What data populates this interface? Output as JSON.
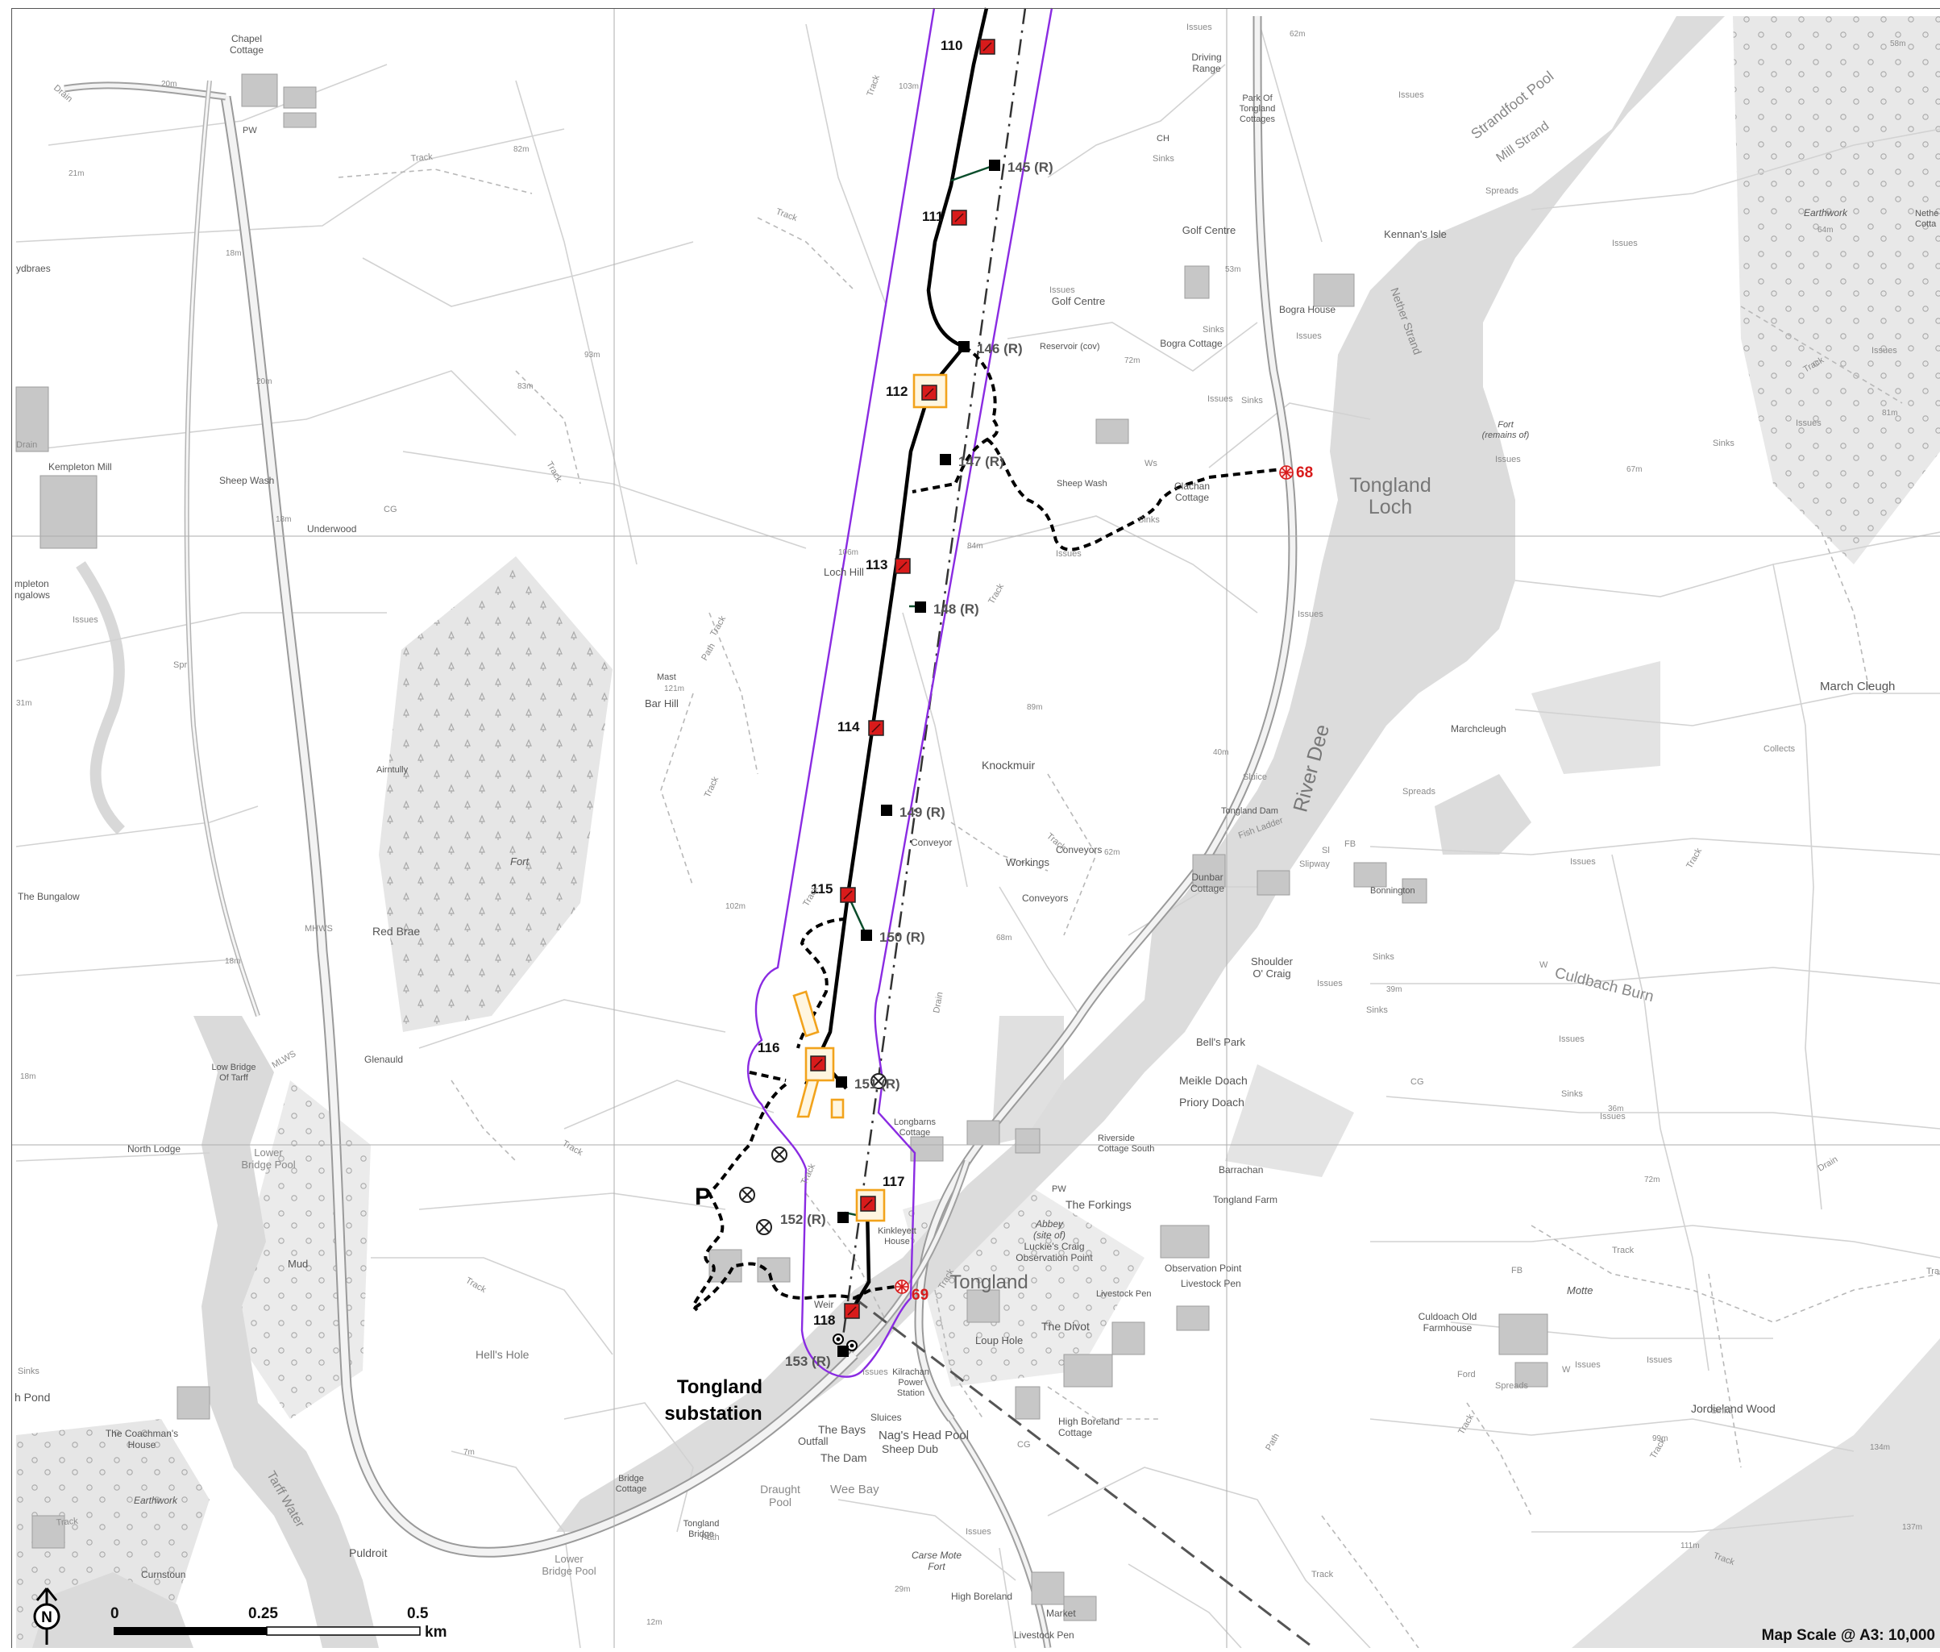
{
  "map": {
    "colors": {
      "background": "#ffffff",
      "river": "#dcdcdc",
      "woodland": "#e6e6e6",
      "road": "#c8c8c8",
      "field_line": "#d2d2d2",
      "boundary": "#8a2be2",
      "turbine": "#d81b1b",
      "track_new": "#000000",
      "track_existing_outline": "#111111",
      "compound": "#f2a31c",
      "grid_line": "#555555",
      "label_red": "#d81b1b"
    },
    "turbine_labels": [
      "110",
      "111",
      "112",
      "113",
      "114",
      "115",
      "116",
      "117",
      "118"
    ],
    "marker_labels": [
      "145 (R)",
      "146 (R)",
      "147 (R)",
      "148 (R)",
      "149 (R)",
      "150 (R)",
      "151 (R)",
      "152 (R)",
      "153 (R)"
    ],
    "access_points": [
      "68",
      "69"
    ],
    "parking_label": "P",
    "substation_label_1": "Tongland",
    "substation_label_2": "substation",
    "place_names": {
      "chapel_cottage": "Chapel\nCottage",
      "driving_range": "Driving\nRange",
      "golf_centre": "Golf Centre",
      "golf_centre_2": "Golf Centre",
      "park_of_tongland": "Park Of\nTongland\nCottages",
      "kennans_isle": "Kennan's Isle",
      "bogra_house": "Bogra House",
      "bogra_cottage": "Bogra Cottage",
      "reservoir": "Reservoir (cov)",
      "tongland_loch": "Tongland\nLoch",
      "clachan_cottage": "Clachan\nCottage",
      "sheep_wash": "Sheep Wash",
      "sheep_wash_2": "Sheep Wash",
      "kempleton_mill": "Kempleton Mill",
      "underwood": "Underwood",
      "loch_hill": "Loch Hill",
      "bar_hill": "Bar Hill",
      "mast": "Mast",
      "knockmuir": "Knockmuir",
      "conveyor": "Conveyor",
      "workings": "Workings",
      "conveyors": "Conveyors",
      "conveyors_2": "Conveyors",
      "tongland_dam": "Tongland Dam",
      "river_dee": "River Dee",
      "march_cleugh": "March Cleugh",
      "marchcleugh": "Marchcleugh",
      "bonnington": "Bonnington",
      "dunbar_cottage": "Dunbar\nCottage",
      "shoulder_o_craig": "Shoulder\nO' Craig",
      "culdbach_burn": "Culdbach Burn",
      "bells_park": "Bell's Park",
      "meikle_doach": "Meikle Doach",
      "priory_doach": "Priory Doach",
      "longbarns_cottage": "Longbarns\nCottage",
      "riverside_cottage": "Riverside\nCottage South",
      "tongland_farm": "Tongland Farm",
      "barrachan": "Barrachan",
      "the_forkings": "The Forkings",
      "abbey": "Abbey\n(site of)",
      "luckies_craig": "Luckie's Craig\nObservation Point",
      "observation_point": "Observation Point",
      "livestock_pen": "Livestock Pen",
      "livestock_pen_2": "Livestock Pen",
      "tongland": "Tongland",
      "the_divot": "The Divot",
      "loup_hole": "Loup Hole",
      "kilrachan": "Kilrachan\nPower\nStation",
      "sluices": "Sluices",
      "the_bays": "The Bays",
      "outfall": "Outfall",
      "the_dam": "The Dam",
      "nags_head_pool": "Nag's Head Pool",
      "sheep_dub": "Sheep Dub",
      "wee_bay": "Wee Bay",
      "draught_pool": "Draught\nPool",
      "high_boreland_cottage": "High Boreland\nCottage",
      "high_boreland": "High Boreland",
      "carse_mote_fort": "Carse Mote\nFort",
      "market": "Market",
      "livestock_pen_3": "Livestock Pen",
      "culdoach_farmhouse": "Culdoach Old\nFarmhouse",
      "jordieland_wood": "Jordieland Wood",
      "motte": "Motte",
      "bridge_cottage": "Bridge\nCottage",
      "tongland_bridge": "Tongland\nBridge",
      "lower_bridge_pool": "Lower\nBridge Pool",
      "lower_bridge_pool_2": "Lower\nBridge Pool",
      "puldroit": "Puldroit",
      "curnstoun": "Curnstoun",
      "tarff_water": "Tarff Water",
      "the_coachmans_house": "The Coachman's\nHouse",
      "earthwork": "Earthwork",
      "earthwork_2": "Earthwork",
      "hells_hole": "Hell's Hole",
      "north_lodge": "North Lodge",
      "low_bridge_of_tarff": "Low Bridge\nOf Tarff",
      "glenauld": "Glenauld",
      "red_brae": "Red Brae",
      "the_bungalow": "The Bungalow",
      "fort": "Fort",
      "fort_remains": "Fort\n(remains of)",
      "airntully": "Airntully",
      "mud": "Mud",
      "weir": "Weir",
      "kinkleyett_house": "Kinkleyett\nHouse",
      "pw": "PW",
      "pw_2": "PW",
      "ch": "CH",
      "strandfoot_pool": "Strandfoot Pool",
      "mill_strand": "Mill Strand",
      "nether_strand": "Nether Strand",
      "ydbraes": "ydbraes",
      "mpleton_ngalows": "mpleton\nngalows",
      "h_pond": "h Pond",
      "nether_cottage": "Nethe\nCotta"
    },
    "small_labels": {
      "track": "Track",
      "issues": "Issues",
      "sinks": "Sinks",
      "spreads": "Spreads",
      "collects": "Collects",
      "drain": "Drain",
      "path": "Path",
      "sluice": "Sluice",
      "slipway": "Slipway",
      "fish_ladder": "Fish Ladder",
      "spr": "Spr",
      "ws": "Ws",
      "fb": "FB",
      "cg": "CG",
      "mhws": "MHWS",
      "mlws": "MLWS",
      "w": "W",
      "si": "Sl",
      "fort_letters": "Ford"
    },
    "heights": {
      "h58": "58m",
      "h62": "62m",
      "h20": "20m",
      "h21": "21m",
      "h82": "82m",
      "h103": "103m",
      "h18": "18m",
      "h93": "93m",
      "h83": "83m",
      "h72": "72m",
      "h81": "81m",
      "h67": "67m",
      "h64": "64m",
      "h53": "53m",
      "h40": "40m",
      "h102": "102m",
      "h68": "68m",
      "h89": "89m",
      "h84": "84m",
      "h31": "31m",
      "h7": "7m",
      "h12": "12m",
      "h29": "29m",
      "h99": "99m",
      "h134": "134m",
      "h137": "137m",
      "h111": "111m",
      "h36": "36m",
      "h39": "39m",
      "h121": "121m",
      "h106": "106m",
      "h62b": "62m"
    },
    "scale_bar": {
      "ticks": [
        "0",
        "0.25",
        "0.5"
      ],
      "unit": "km"
    },
    "north_symbol": "N",
    "scale_text": "Map Scale @ A3: 10,000"
  }
}
